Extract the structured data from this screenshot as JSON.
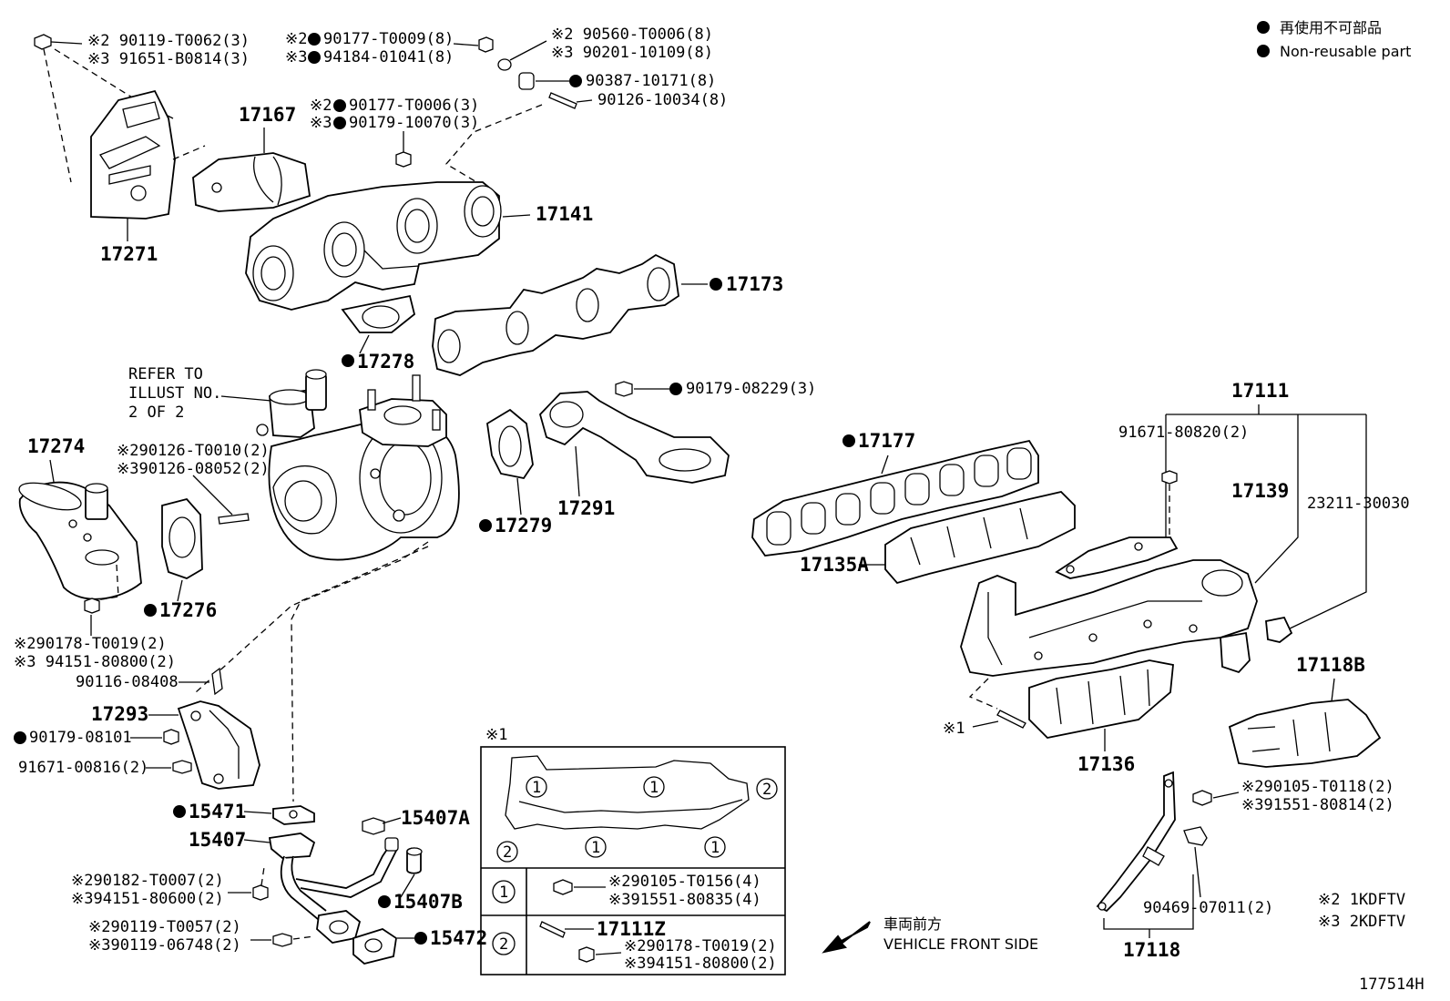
{
  "legend": {
    "non_reusable_jp": "再使用不可部品",
    "non_reusable_en": "Non-reusable part"
  },
  "engine_notes": {
    "n2": "※2 1KDFTV",
    "n3": "※3 2KDFTV"
  },
  "direction": {
    "jp": "車両前方",
    "en": "VEHICLE FRONT SIDE"
  },
  "illustration_id": "177514H",
  "refer_note": {
    "line1": "REFER TO",
    "line2": "ILLUST NO.",
    "line3": "2 OF 2"
  },
  "part_labels": {
    "p17271": "17271",
    "p17167": "17167",
    "p17141": "17141",
    "p17173": "17173",
    "p17278": "17278",
    "p17274": "17274",
    "p17276": "17276",
    "p17279": "17279",
    "p17291": "17291",
    "p17293": "17293",
    "p15471": "15471",
    "p15407": "15407",
    "p15407A": "15407A",
    "p15407B": "15407B",
    "p15472": "15472",
    "p17111": "17111",
    "p17139": "17139",
    "p17177": "17177",
    "p17135A": "17135A",
    "p23211": "23211-30030",
    "p17118B": "17118B",
    "p17136": "17136",
    "p17118": "17118",
    "p17111Z": "17111Z"
  },
  "fasteners": {
    "f1a": "※2 90119-T0062(3)",
    "f1b": "※3 91651-B0814(3)",
    "f2a": "90177-T0009(8)",
    "f2b": "94184-01041(8)",
    "f2a_pre": "※2",
    "f2b_pre": "※3",
    "f3a": "※2 90560-T0006(8)",
    "f3b": "※3 90201-10109(8)",
    "f4": "90387-10171(8)",
    "f5": "90126-10034(8)",
    "f6a": "90177-T0006(3)",
    "f6b": "90179-10070(3)",
    "f6a_pre": "※2",
    "f6b_pre": "※3",
    "f7": "90179-08229(3)",
    "f8a": "※290126-T0010(2)",
    "f8b": "※390126-08052(2)",
    "f9a": "※290178-T0019(2)",
    "f9b": "※3 94151-80800(2)",
    "f10": "90116-08408",
    "f11": "90179-08101",
    "f12": "91671-00816(2)",
    "f13a": "※290182-T0007(2)",
    "f13b": "※394151-80600(2)",
    "f14a": "※290119-T0057(2)",
    "f14b": "※390119-06748(2)",
    "f15": "91671-80820(2)",
    "f16": "※1",
    "f17a": "※290105-T0118(2)",
    "f17b": "※391551-80814(2)",
    "f18": "90469-07011(2)"
  },
  "inset": {
    "title": "※1",
    "c1": "1",
    "c2": "2",
    "row1a": "※290105-T0156(4)",
    "row1b": "※391551-80835(4)",
    "row2a": "※290178-T0019(2)",
    "row2b": "※394151-80800(2)"
  }
}
